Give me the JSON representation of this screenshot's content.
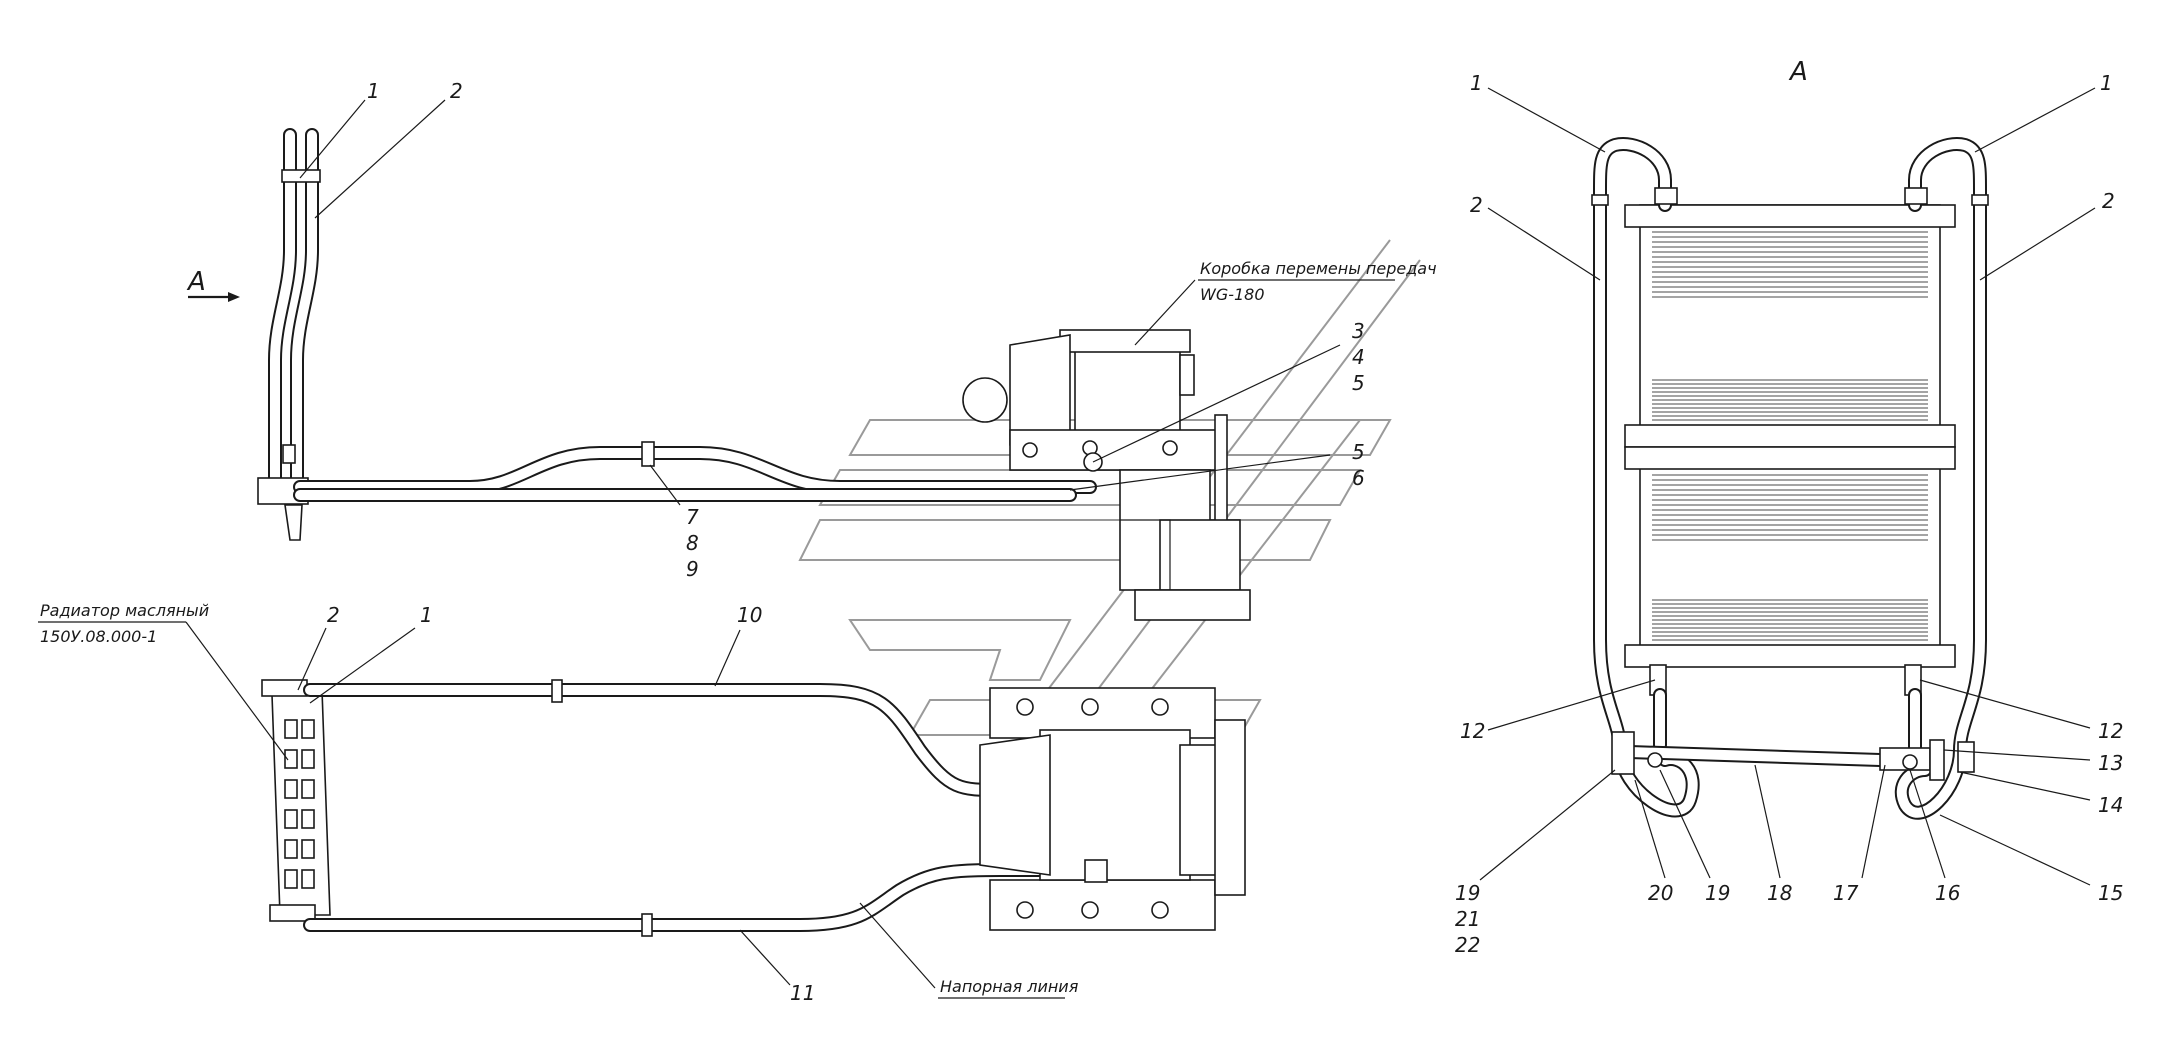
{
  "view_label": "А",
  "arrow_label": "А",
  "callouts": {
    "gearbox_line1": "Коробка перемены передач",
    "gearbox_line2": "WG-180",
    "radiator_line1": "Радиатор масляный",
    "radiator_line2": "150У.08.000-1",
    "pressure_line": "Напорная линия"
  },
  "top_view_numbers": {
    "n1": "1",
    "n2": "2",
    "n3": "3",
    "n4": "4",
    "n5a": "5",
    "n5b": "5",
    "n6": "6",
    "n7": "7",
    "n8": "8",
    "n9": "9"
  },
  "bottom_view_numbers": {
    "n2": "2",
    "n1": "1",
    "n10": "10",
    "n11": "11"
  },
  "view_a_numbers": {
    "left_1": "1",
    "right_1": "1",
    "left_2": "2",
    "right_2": "2",
    "left_12": "12",
    "right_12": "12",
    "n13": "13",
    "n14": "14",
    "n15": "15",
    "n16": "16",
    "n17": "17",
    "n18": "18",
    "n19a": "19",
    "n20": "20",
    "n19b": "19",
    "n21": "21",
    "n22": "22"
  }
}
